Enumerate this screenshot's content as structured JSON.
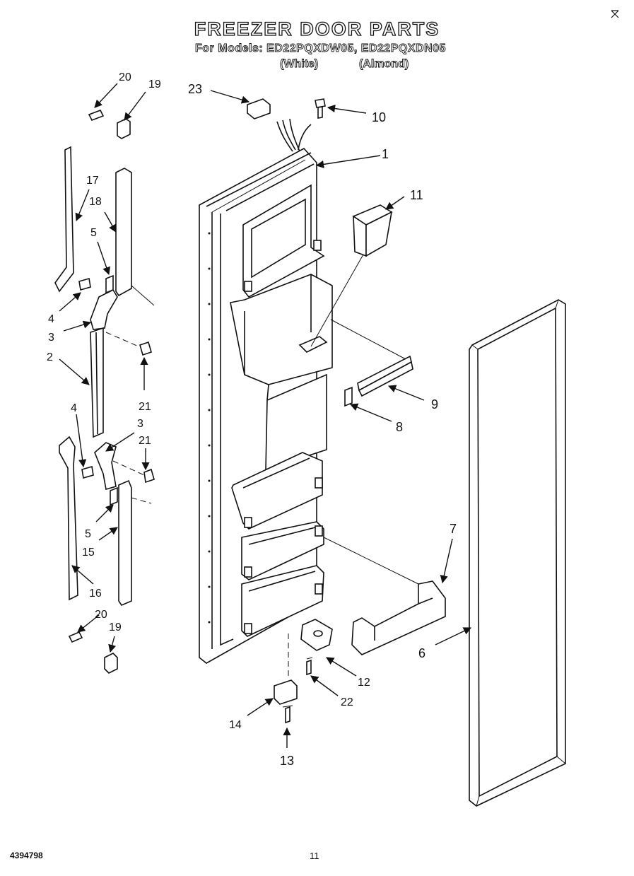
{
  "header": {
    "title": "FREEZER DOOR PARTS",
    "models_line": "For Models: ED22PQXDW05, ED22PQXDN05",
    "variant_white": "(White)",
    "variant_almond": "(Almond)"
  },
  "footer": {
    "doc_number": "4394798",
    "page_number": "11"
  },
  "callouts": {
    "c1": "1",
    "c2": "2",
    "c3a": "3",
    "c3b": "3",
    "c4a": "4",
    "c4b": "4",
    "c5a": "5",
    "c5b": "5",
    "c6": "6",
    "c7": "7",
    "c8": "8",
    "c9": "9",
    "c10": "10",
    "c11": "11",
    "c12": "12",
    "c13": "13",
    "c14": "14",
    "c15": "15",
    "c16": "16",
    "c17": "17",
    "c18": "18",
    "c19a": "19",
    "c19b": "19",
    "c20a": "20",
    "c20b": "20",
    "c21a": "21",
    "c21b": "21",
    "c22": "22",
    "c23": "23"
  }
}
